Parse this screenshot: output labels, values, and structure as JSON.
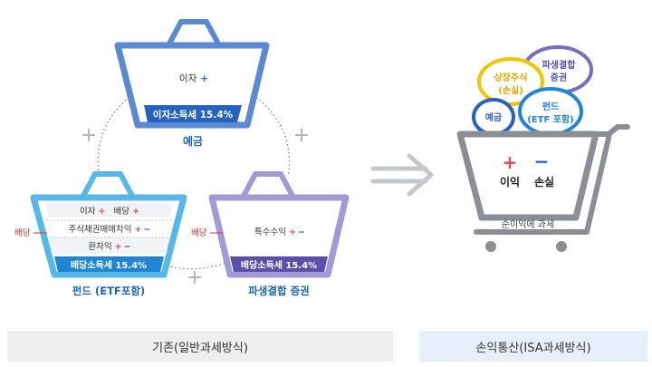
{
  "colors": {
    "deposit": "#5b8ad4",
    "deposit_band": "#2663c0",
    "fund": "#56b8e8",
    "fund_band": "#1f86d6",
    "derivative": "#a29ad6",
    "derivative_band": "#5b4fae",
    "label_blue": "#1a66b8",
    "plus": "#e8495b",
    "minus": "#2f5fc4",
    "cart": "#8a8f96",
    "arrow": "#c4c8cc",
    "dotted": "#777777",
    "red_label": "#d9303a",
    "bubble_yellow": "#f5c400",
    "bubble_purple": "#7a6cc2",
    "bubble_blue": "#1f86d6",
    "bubble_navy": "#2663c0"
  },
  "deposit": {
    "content": "이자",
    "content_sign": "+",
    "tax": "이자소득세 15.4%",
    "name": "예금"
  },
  "fund": {
    "row1_a": "이자",
    "row1_a_sign": "+",
    "row1_b": "배당",
    "row1_b_sign": "+",
    "row2": "주식채권매매차익",
    "row2_plus": "+",
    "row2_minus": "−",
    "row3": "환차익",
    "row3_plus": "+",
    "row3_minus": "−",
    "side_label": "배당",
    "tax": "배당소득세 15.4%",
    "name": "펀드 (ETF포함)"
  },
  "derivative": {
    "content": "특수수익",
    "content_plus": "+",
    "content_minus": "−",
    "side_label": "배당",
    "tax": "배당소득세 15.4%",
    "name": "파생결합 증권"
  },
  "connectors": {
    "plus": "+"
  },
  "isa_cart": {
    "plus_sign": "+",
    "minus_sign": "−",
    "profit": "이익",
    "loss": "손실",
    "net_label": "순이익에 과세"
  },
  "bubbles": {
    "stocks_line1": "상장주식",
    "stocks_line2": "(손실)",
    "derivative_line1": "파생결합",
    "derivative_line2": "증권",
    "deposit": "예금",
    "fund_line1": "펀드",
    "fund_line2": "(ETF 포함)"
  },
  "footer": {
    "left": "기존(일반과세방식)",
    "right": "손익통산(ISA과세방식)"
  }
}
